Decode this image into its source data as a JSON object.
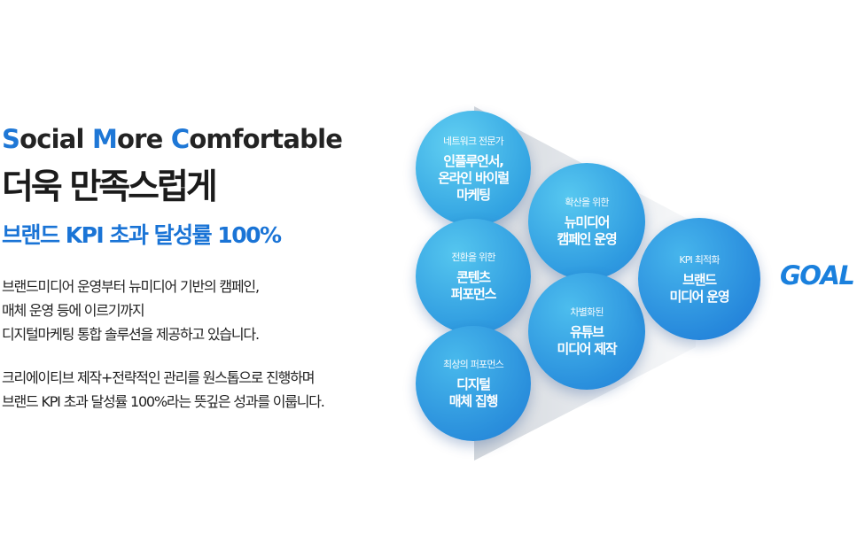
{
  "headline": {
    "en_parts": [
      {
        "text": "S",
        "highlight": true
      },
      {
        "text": "ocial ",
        "highlight": false
      },
      {
        "text": "M",
        "highlight": true
      },
      {
        "text": "ore ",
        "highlight": false
      },
      {
        "text": "C",
        "highlight": true
      },
      {
        "text": "omfortable",
        "highlight": false
      }
    ],
    "ko": "더욱 만족스럽게",
    "kpi": "브랜드 KPI 초과 달성률 100%"
  },
  "paragraph1": [
    "브랜드미디어 운영부터 뉴미디어 기반의 캠페인,",
    "매체 운영 등에 이르기까지",
    "디지털마케팅 통합 솔루션을 제공하고 있습니다."
  ],
  "paragraph2": [
    "크리에이티브 제작+전략적인 관리를 원스톱으로 진행하며",
    "브랜드 KPI 초과 달성률 100%라는 뜻깊은 성과를 이룹니다."
  ],
  "circles": [
    {
      "small": "네트워크 전문가",
      "main": "인플루언서,\n온라인 바이럴\n마케팅"
    },
    {
      "small": "전환을 위한",
      "main": "콘텐츠\n퍼포먼스"
    },
    {
      "small": "최상의 퍼포먼스",
      "main": "디지털\n매체 집행"
    },
    {
      "small": "확산을 위한",
      "main": "뉴미디어\n캠페인 운영"
    },
    {
      "small": "차별화된",
      "main": "유튜브\n미디어 제작"
    },
    {
      "small": "KPI 최적화",
      "main": "브랜드\n미디어 운영"
    }
  ],
  "goal": "GOAL",
  "colors": {
    "accent": "#1e77d6",
    "circle_light": "#4cc0ec",
    "circle_dark": "#1d74d8"
  }
}
